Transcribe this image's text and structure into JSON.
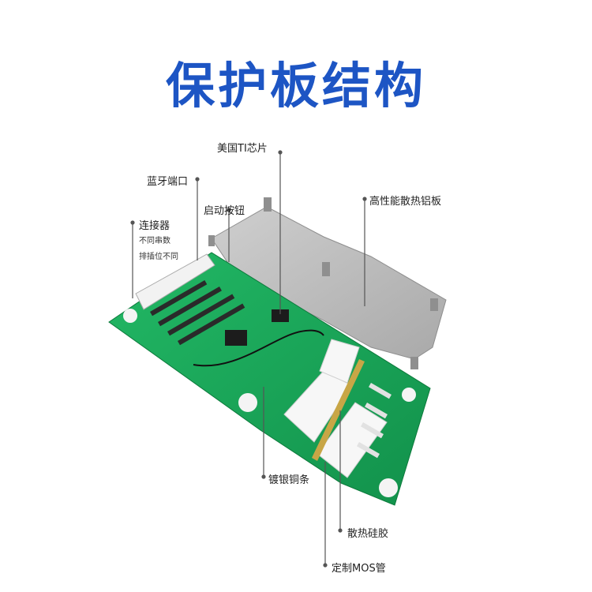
{
  "title": "保护板结构",
  "labels": {
    "ti_chip": "美国TI芯片",
    "bluetooth_port": "蓝牙端口",
    "start_button": "启动按钮",
    "connector": "连接器",
    "connector_sub1": "不同串数",
    "connector_sub2": "排插位不同",
    "heatsink": "高性能散热铝板",
    "copper_bar": "镀银铜条",
    "silicone": "散热硅胶",
    "mos": "定制MOS管"
  },
  "colors": {
    "title": "#1d55c4",
    "pcb": "#1aa75a",
    "heatsink": "#b9b9b9"
  }
}
